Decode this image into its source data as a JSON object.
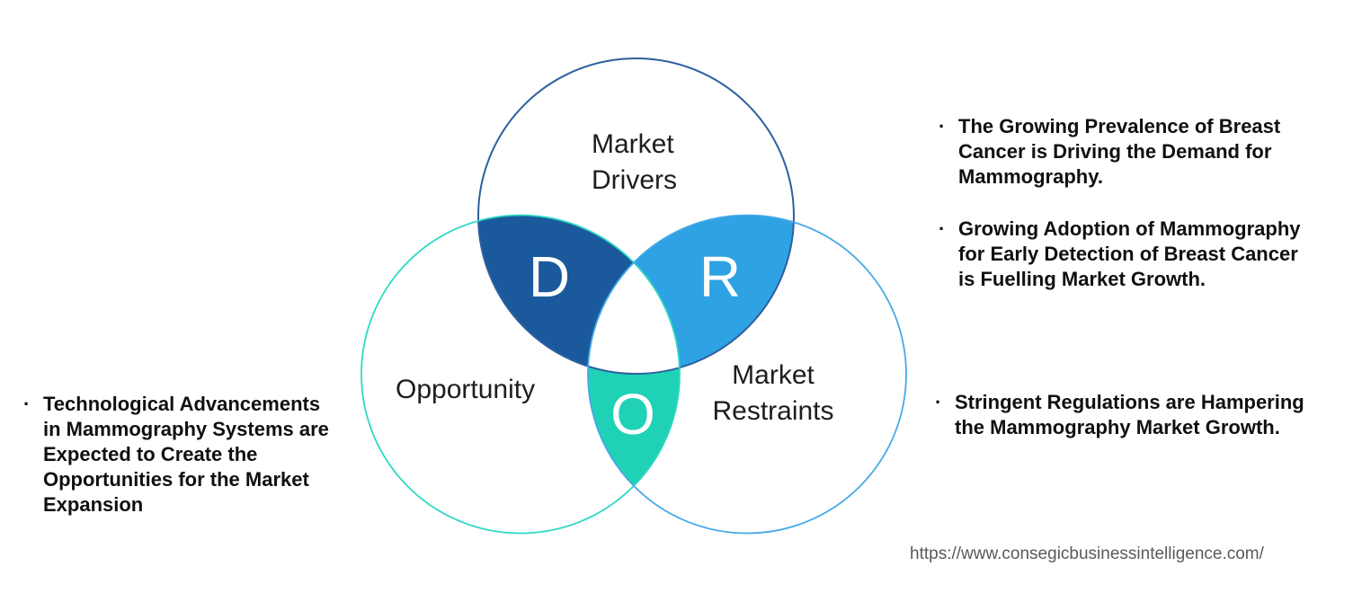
{
  "diagram": {
    "colors": {
      "d_fill": "#1A5A9C",
      "r_fill": "#2EA2E2",
      "o_fill": "#1FD2B6",
      "center_fill": "#FFFFFF",
      "drivers_stroke": "#2D5F9F",
      "opportunity_stroke": "#2BD9C4",
      "restraints_stroke": "#46A9E8",
      "letter_color": "#FFFFFF",
      "label_color": "#1D1D1D"
    },
    "labels": {
      "drivers_line1": "Market",
      "drivers_line2": "Drivers",
      "opportunity": "Opportunity",
      "restraints_line1": "Market",
      "restraints_line2": "Restraints"
    },
    "letters": {
      "d": "D",
      "r": "R",
      "o": "O"
    }
  },
  "notes": {
    "bullet_glyph": "·",
    "left": [
      {
        "lines": [
          "Technological Advancements",
          "in Mammography Systems are",
          "Expected to Create the",
          "Opportunities for the Market",
          "Expansion"
        ]
      }
    ],
    "right": [
      {
        "lines": [
          "The Growing Prevalence of Breast",
          "Cancer is Driving the Demand for",
          "Mammography."
        ]
      },
      {
        "lines": [
          "Growing Adoption of Mammography",
          "for Early Detection of Breast Cancer",
          "is Fuelling Market Growth."
        ]
      },
      {
        "lines": [
          "Stringent Regulations are Hampering",
          "the Mammography Market Growth."
        ]
      }
    ]
  },
  "footer": {
    "url": "https://www.consegicbusinessintelligence.com/"
  }
}
